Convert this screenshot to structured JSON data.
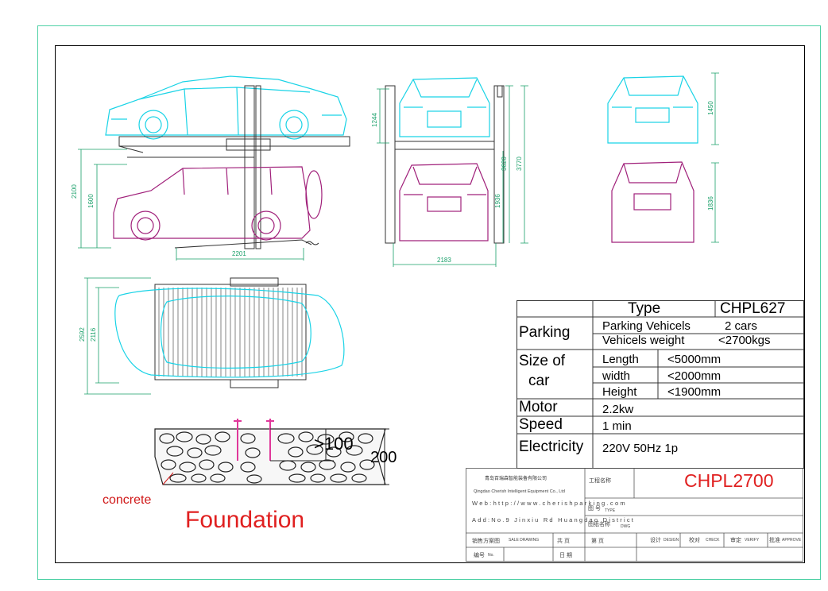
{
  "spec": {
    "type_label": "Type",
    "type_value": "CHPL627",
    "parking_label": "Parking",
    "parking_vehicles_label": "Parking Vehicels",
    "parking_vehicles_value": "2 cars",
    "vehicles_weight_label": "Vehicels weight",
    "vehicles_weight_value": "<2700kgs",
    "size_label_1": "Size  of",
    "size_label_2": "car",
    "length_label": "Length",
    "length_value": "<5000mm",
    "width_label": "width",
    "width_value": "<2000mm",
    "height_label": "Height",
    "height_value": "<1900mm",
    "motor_label": "Motor",
    "motor_value": "2.2kw",
    "speed_label": "Speed",
    "speed_value": "1 min",
    "electricity_label": "Electricity",
    "electricity_value": "220V  50Hz  1p"
  },
  "title_block": {
    "company_cn": "青岛百瑞森智能装备有限公司",
    "company_en": "Qingdao Cherish Intelligent Equipment Co., Ltd",
    "web": "Web:http://www.cherishparking.com",
    "address": "Add:No.9 Jinxiu Rd Huangdao District",
    "project_name_label": "工程名称",
    "model": "CHPL2700",
    "type_cn": "图  号",
    "type_en": "TYPE",
    "drawing_name_cn": "图纸名称",
    "drawing_name_en": "DWG",
    "sale_drawing_cn": "销售方案图",
    "sale_drawing_en": "SALE DRAWING",
    "total_pages": "共    页",
    "page_no": "第    页",
    "design_cn": "设计",
    "design_en": "DESIGN",
    "check_cn": "校对",
    "check_en": "CHECK",
    "verify_cn": "审定",
    "verify_en": "VERIFY",
    "approve_cn": "批准",
    "approve_en": "APPROVE",
    "number_cn": "编号",
    "number_en": "No.",
    "date_cn": "日    期"
  },
  "foundation": {
    "dim_100": ">100",
    "dim_200": "200",
    "concrete_label": "concrete",
    "title": "Foundation"
  },
  "dimensions": {
    "side_total_height": "2100",
    "side_lower_height": "1600",
    "side_length": "2201",
    "front_upper": "1244",
    "front_total": "3770",
    "front_mid": "3620",
    "front_lower": "1936",
    "front_width": "2183",
    "rear_upper": "1450",
    "rear_lower": "1836",
    "top_outer": "2592",
    "top_inner": "2116"
  },
  "colors": {
    "car_upper": "#19d3e6",
    "car_lower": "#a0207a",
    "structure": "#333333",
    "dimension": "#1aa06a",
    "accent_red": "#e02020"
  }
}
